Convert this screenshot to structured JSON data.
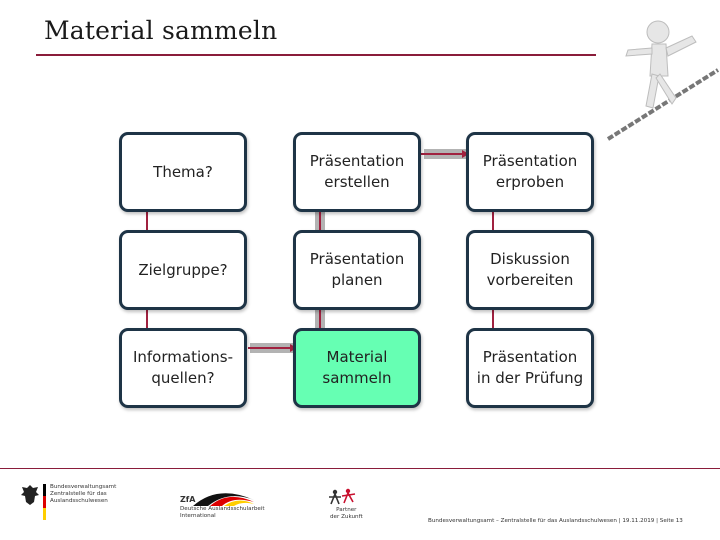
{
  "slide": {
    "title": "Material sammeln"
  },
  "boxes": {
    "thema": "Thema?",
    "zielgruppe": "Zielgruppe?",
    "informationsquellen": "Informations-\nquellen?",
    "praesentation_erstellen": "Präsentation\nerstellen",
    "praesentation_planen": "Präsentation\nplanen",
    "material_sammeln": "Material\nsammeln",
    "praesentation_erproben": "Präsentation\nerproben",
    "diskussion_vorbereiten": "Diskussion\nvorbereiten",
    "praesentation_pruefung": "Präsentation\nin der Prüfung"
  },
  "colors": {
    "box_border": "#1e3446",
    "highlight_fill": "#66ffb3",
    "accent": "#a0213f",
    "connector": "#b3b3b3"
  },
  "logos": {
    "bva_line1": "Bundesverwaltungsamt",
    "bva_line2": "Zentralstelle für das",
    "bva_line3": "Auslandsschulwesen",
    "zfa_abbr": "ZfA",
    "zfa_line1": "Deutsche Auslandsschularbeit",
    "zfa_line2": "International",
    "pasch_line1": "Partner",
    "pasch_line2": "der Zukunft"
  },
  "footer": {
    "text": "Bundesverwaltungsamt – Zentralstelle für das Auslandsschulwesen | 19.11.2019 | Seite 13"
  }
}
